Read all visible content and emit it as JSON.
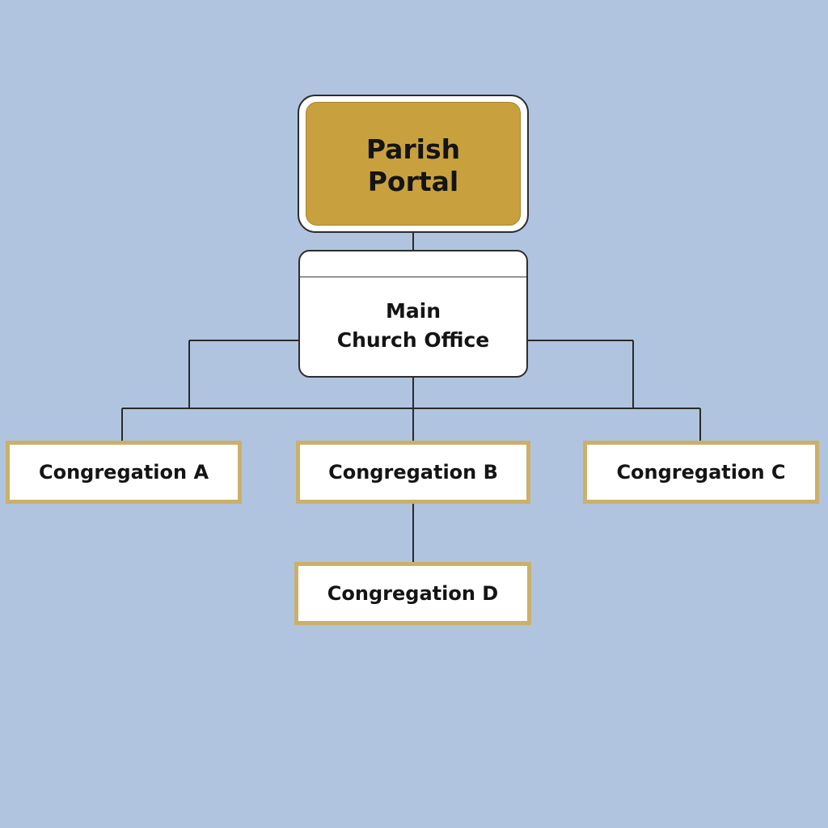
{
  "diagram": {
    "root": {
      "label_line1": "Parish",
      "label_line2": "Portal"
    },
    "office": {
      "label_line1": "Main",
      "label_line2": "Church Office"
    },
    "congregations": [
      {
        "label": "Congregation A"
      },
      {
        "label": "Congregation B"
      },
      {
        "label": "Congregation C"
      },
      {
        "label": "Congregation D"
      }
    ],
    "colors": {
      "background": "#b0c4df",
      "root_fill": "#c8a13e",
      "box_border": "#cbb06a",
      "connector": "#2a2a2a"
    }
  }
}
